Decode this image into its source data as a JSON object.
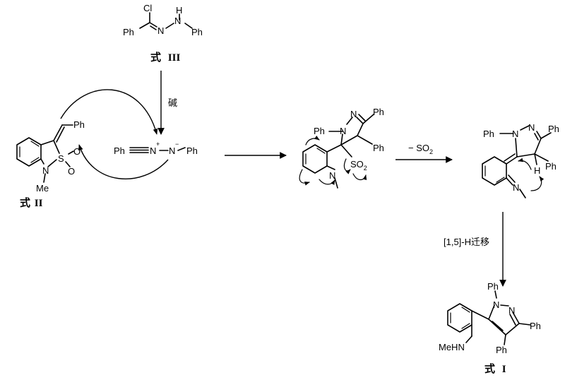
{
  "compounds": {
    "III": {
      "atoms": {
        "cl": "Cl",
        "h": "H",
        "n1": "N",
        "n2": "N",
        "ph1": "Ph",
        "ph2": "Ph"
      },
      "caption": {
        "prefix": "式",
        "numeral": "III"
      }
    },
    "II": {
      "atoms": {
        "ph": "Ph",
        "s": "S",
        "o1": "O",
        "o2": "O",
        "n": "N",
        "me": "Me"
      },
      "caption": {
        "prefix": "式",
        "numeral": "II"
      }
    },
    "nitrile_imine": {
      "atoms": {
        "ph1": "Ph",
        "n1": "N",
        "n1_charge": "+",
        "n2": "N",
        "n2_charge": "−",
        "ph2": "Ph"
      }
    },
    "cycloadduct": {
      "atoms": {
        "ph_n": "Ph",
        "n1": "N",
        "n2": "N",
        "ph_c3": "Ph",
        "ph_c4": "Ph",
        "so2": "SO",
        "so2_sub": "2",
        "n_me": "N"
      }
    },
    "intermediate": {
      "atoms": {
        "ph_n": "Ph",
        "n1": "N",
        "n2": "N",
        "ph_c3": "Ph",
        "ph_c4": "Ph",
        "h": "H",
        "n_imine": "N"
      }
    },
    "I": {
      "atoms": {
        "ph_n": "Ph",
        "n1": "N",
        "n2": "N",
        "ph_c3": "Ph",
        "ph_c4": "Ph",
        "mehn": "MeHN"
      },
      "caption": {
        "prefix": "式",
        "numeral": "I"
      }
    }
  },
  "conditions": {
    "base": "碱",
    "so2_loss": "− SO",
    "so2_loss_sub": "2",
    "shift": "[1,5]-H迁移"
  },
  "colors": {
    "ink": "#000000",
    "background": "#ffffff"
  }
}
